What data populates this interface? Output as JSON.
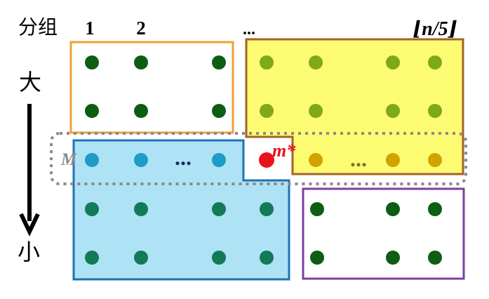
{
  "header": {
    "group_label": "分组",
    "col_labels": [
      "1",
      "2",
      "...",
      "⌊n/5⌋"
    ]
  },
  "axis": {
    "top_label": "大",
    "bottom_label": "小"
  },
  "annotations": {
    "median_row_label": "M",
    "pivot_label": "m*",
    "left_ellipsis": "...",
    "right_ellipsis": "..."
  },
  "colors": {
    "dark_green_dot": "#0d5d13",
    "light_green_dot": "#7fa918",
    "blue_dot": "#1f9bc7",
    "teal_dot": "#127a56",
    "gold_dot": "#d2a300",
    "pivot_dot": "#e8131b",
    "orange_box": "#f0a030",
    "brown_box": "#a3622b",
    "yellow_fill": "#fdfb71",
    "blue_box": "#1f73b7",
    "blue_fill": "#aee2f5",
    "purple_box": "#7b3fa3",
    "dashed_outline": "#8a8a8a"
  }
}
